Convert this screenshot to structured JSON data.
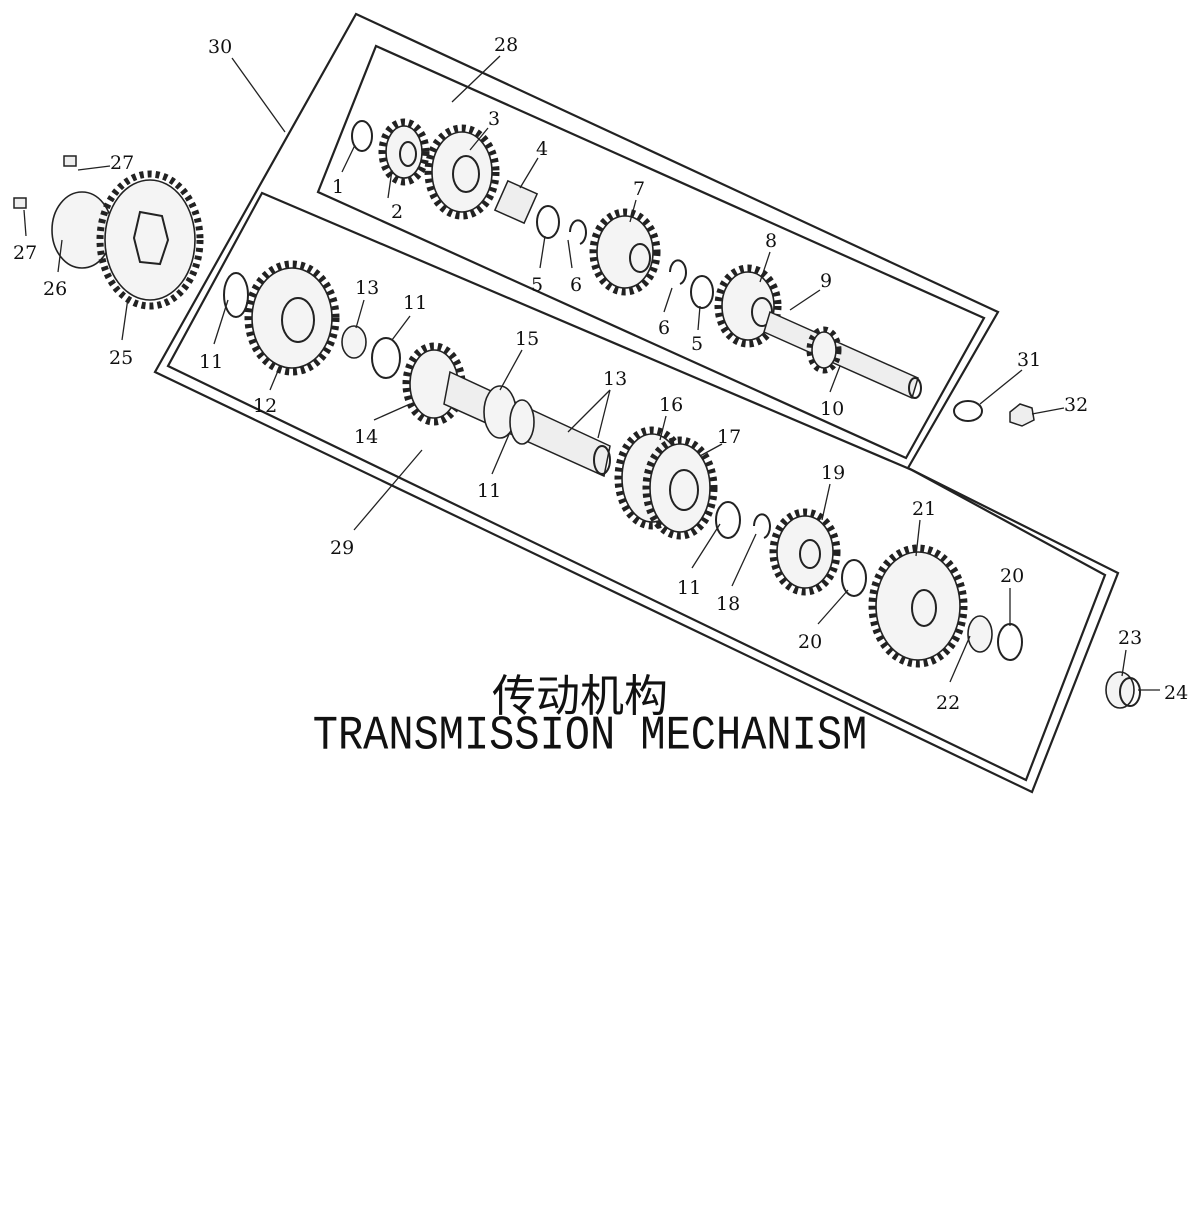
{
  "title": {
    "chinese": "传动机构",
    "english": "TRANSMISSION MECHANISM"
  },
  "callouts": {
    "c30": "30",
    "c28": "28",
    "c1": "1",
    "c2": "2",
    "c3": "3",
    "c4": "4",
    "c5a": "5",
    "c6a": "6",
    "c7": "7",
    "c8": "8",
    "c9": "9",
    "c6b": "6",
    "c5b": "5",
    "c10": "10",
    "c27a": "27",
    "c27b": "27",
    "c26": "26",
    "c25": "25",
    "c11a": "11",
    "c12": "12",
    "c13a": "13",
    "c11b": "11",
    "c15": "15",
    "c14": "14",
    "c13b": "13",
    "c11c": "11",
    "c16": "16",
    "c17": "17",
    "c29": "29",
    "c31": "31",
    "c32": "32",
    "c19": "19",
    "c21": "21",
    "c20a": "20",
    "c11d": "11",
    "c18": "18",
    "c20b": "20",
    "c22": "22",
    "c23": "23",
    "c24": "24"
  }
}
